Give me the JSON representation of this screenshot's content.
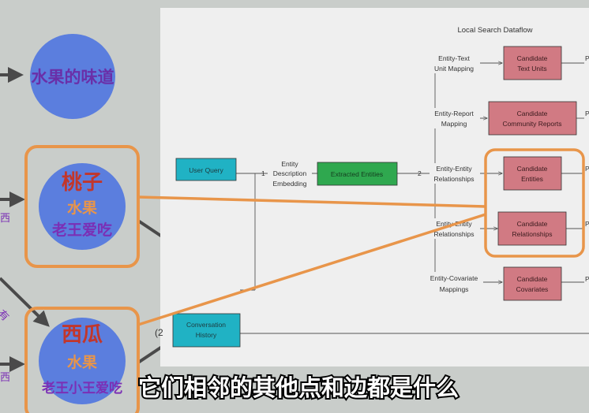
{
  "left_nodes": {
    "top": {
      "line1": "水果的味道",
      "color": "#6a2fa8"
    },
    "peach": {
      "name": "桃子",
      "line2": "水果",
      "line3": "老王爱吃"
    },
    "watermelon": {
      "name": "西瓜",
      "line2": "水果",
      "line3": "老王小王爱吃"
    },
    "edge_fragments": [
      "西",
      "西",
      "有"
    ]
  },
  "dataflow": {
    "title": "Local Search Dataflow",
    "user_query": "User Query",
    "step1": "1",
    "step1_label": [
      "Entity",
      "Description",
      "Embedding"
    ],
    "extracted": "Extracted Entities",
    "step2": "2",
    "conversation": [
      "Conversation",
      "History"
    ],
    "conversation_prefix": "(2",
    "mappings": [
      {
        "label": [
          "Entity-Text",
          "Unit Mapping"
        ],
        "box": [
          "Candidate",
          "Text Units"
        ]
      },
      {
        "label": [
          "Entity-Report",
          "Mapping"
        ],
        "box": [
          "Candidate",
          "Community Reports"
        ]
      },
      {
        "label": [
          "Entity-Entity",
          "Relationships"
        ],
        "box": [
          "Candidate",
          "Entities"
        ]
      },
      {
        "label": [
          "Entity-Entity",
          "Relationships"
        ],
        "box": [
          "Candidate",
          "Relationships"
        ]
      },
      {
        "label": [
          "Entity-Covariate",
          "Mappings"
        ],
        "box": [
          "Candidate",
          "Covariates"
        ]
      }
    ],
    "right_fragment": "P"
  },
  "subtitle": "它们相邻的其他点和边都是什么",
  "colors": {
    "circle": "#5b7ede",
    "highlight": "#e8954a",
    "candidate_box": "#d17a83",
    "teal_box": "#20b2c4",
    "green_box": "#2fa84f",
    "name_red": "#c2362b",
    "orange_text": "#e8954a",
    "purple_text": "#7b2fb5"
  }
}
